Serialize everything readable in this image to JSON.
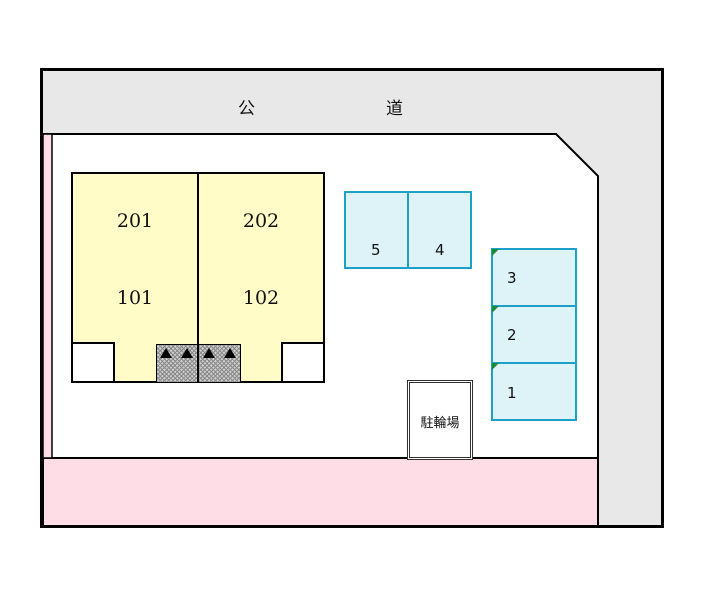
{
  "road": {
    "char1": "公",
    "char2": "道"
  },
  "units": {
    "u201": "201",
    "u202": "202",
    "u101": "101",
    "u102": "102"
  },
  "parking": {
    "p1": "1",
    "p2": "2",
    "p3": "3",
    "p4": "4",
    "p5": "5"
  },
  "bike_parking": {
    "label": "駐輪場"
  },
  "colors": {
    "road": "#e8e8e8",
    "pink_area": "#ffdde6",
    "building": "#fffcc8",
    "parking_fill": "#ddf3f8",
    "parking_border": "#1ca0c8",
    "marker": "#1a8a3a"
  }
}
